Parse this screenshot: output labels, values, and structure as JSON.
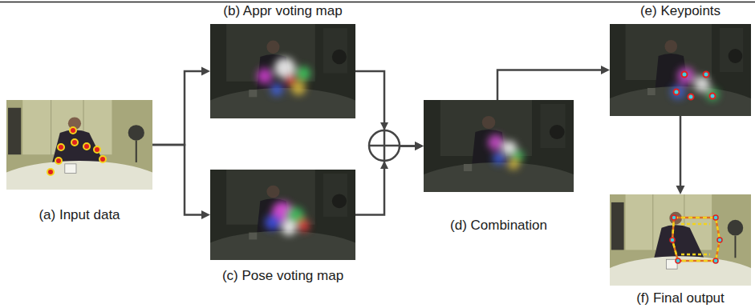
{
  "diagram": {
    "nodes": [
      {
        "text": [
          "(a) Input data"
        ]
      },
      {
        "text": [
          "(b) Appr voting map"
        ]
      },
      {
        "text": [
          "(c) Pose voting map"
        ]
      },
      {
        "text": [
          "(d) Combination"
        ]
      },
      {
        "text": [
          "(e) Keypoints"
        ]
      },
      {
        "text": [
          "(f) Final output"
        ]
      }
    ],
    "edges": [
      {
        "from": 0,
        "to": 1,
        "arrow": "to"
      },
      {
        "from": 0,
        "to": 2,
        "arrow": "to"
      },
      {
        "from": 1,
        "to": 3,
        "arrow": "to"
      },
      {
        "from": 2,
        "to": 3,
        "arrow": "to"
      },
      {
        "from": 3,
        "to": 4,
        "arrow": "to"
      },
      {
        "from": 4,
        "to": 5,
        "arrow": "to"
      }
    ]
  }
}
